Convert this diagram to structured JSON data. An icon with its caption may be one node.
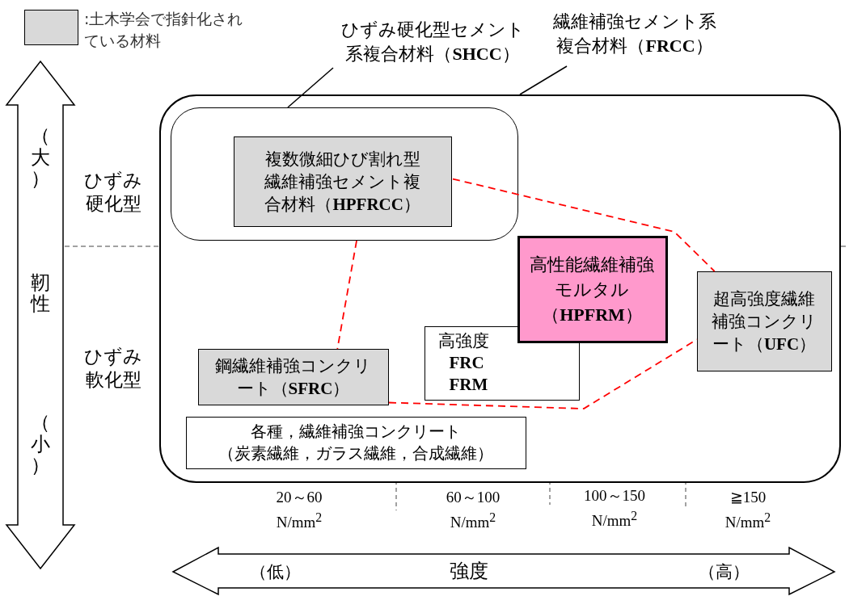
{
  "diagram": {
    "nodes": [
      {
        "text": [
          "ひずみ硬化型セメント系複合材料（**SHCC**）"
        ]
      },
      {
        "text": [
          "繊維補強セメント系複合材料（**FRCC**）"
        ]
      },
      {
        "text": [],
        "shape": "box"
      },
      {
        "text": [],
        "shape": "box",
        "in": 2
      },
      {
        "text": [
          "複数微細ひび割れ型繊維補強セメント複合材料（**HPFRCC**）"
        ],
        "in": 3
      },
      {
        "text": [
          "高強度",
          "FRC",
          "FRM"
        ],
        "in": 2
      },
      {
        "text": [
          "高性能繊維補強モルタル（**HPFRM**）"
        ],
        "in": 2
      },
      {
        "text": [
          "超高強度繊維補強コンクリート（**UFC**）"
        ],
        "in": 2
      },
      {
        "text": [
          "鋼繊維補強コンクリート（**SFRC**）"
        ],
        "in": 2
      },
      {
        "text": [
          "各種，繊維補強コンクリート",
          "（炭素繊維，ガラス繊維，合成繊維）"
        ],
        "in": 2
      }
    ],
    "edges": [
      {
        "from": 0,
        "to": 3,
        "arrow": "none",
        "color": "#000000"
      },
      {
        "from": 1,
        "to": 2,
        "arrow": "none",
        "color": "#000000"
      },
      {
        "from": 4,
        "to": 7,
        "arrow": "none",
        "style": "dashed",
        "color": "#ff0000"
      },
      {
        "from": 3,
        "to": 8,
        "arrow": "none",
        "style": "dashed",
        "color": "#ff0000"
      },
      {
        "from": 8,
        "to": 7,
        "arrow": "none",
        "style": "dashed",
        "color": "#ff0000"
      }
    ],
    "labels": [
      "（大）",
      "ひずみ硬化型",
      "靭性",
      "ひずみ軟化型",
      "（小）",
      "20～60 N/mm$^{2}$",
      "60～100 N/mm$^{2}$",
      "100～150 N/mm$^{2}$",
      "≧150 N/mm$^{2}$",
      "（低）",
      "強度",
      "（高）"
    ],
    "legend": [
      {
        "text": ":土木学会で指針化されている材料",
        "color": "#d9d9d9"
      }
    ]
  }
}
